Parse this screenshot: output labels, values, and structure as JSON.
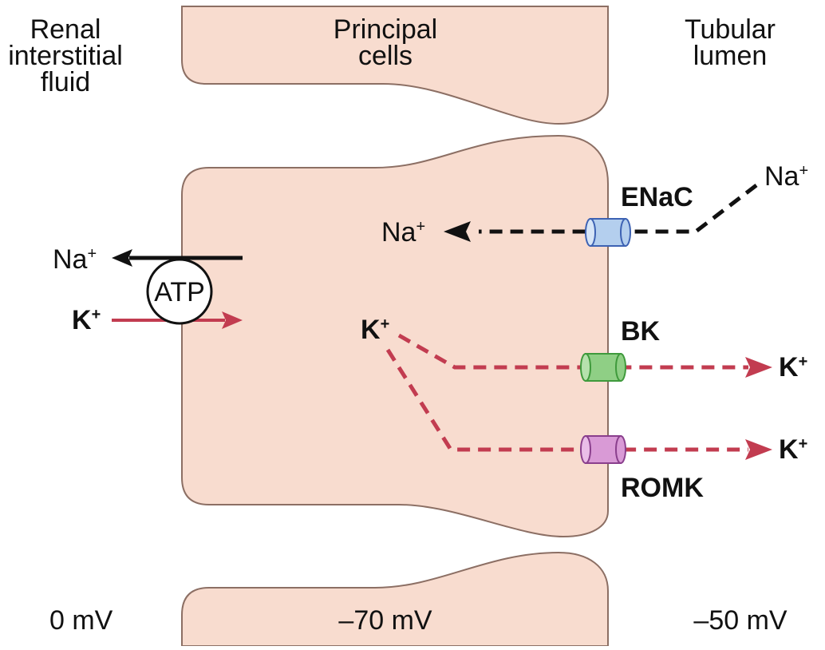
{
  "regions": {
    "interstitial": "Renal\ninterstitial\nfluid",
    "cells": "Principal\ncells",
    "lumen": "Tubular\nlumen"
  },
  "potentials": {
    "interstitial": "0 mV",
    "cell": "–70 mV",
    "lumen": "–50 mV"
  },
  "pump": {
    "label": "ATP",
    "na_ion": "Na",
    "na_charge": "+",
    "k_ion": "K",
    "k_charge": "+"
  },
  "channels": {
    "enac": {
      "label": "ENaC",
      "color": "#b4cfee",
      "stroke": "#3d62b3",
      "ion_out": "Na",
      "ion_out_charge": "+",
      "ion_in": "Na",
      "ion_in_charge": "+"
    },
    "bk": {
      "label": "BK",
      "color": "#8fcf85",
      "stroke": "#3f9a3c",
      "ion_out": "K",
      "ion_out_charge": "+"
    },
    "romk": {
      "label": "ROMK",
      "color": "#d99ad6",
      "stroke": "#8a3f8d",
      "ion_out": "K",
      "ion_out_charge": "+"
    }
  },
  "cell_k": {
    "ion": "K",
    "charge": "+"
  },
  "colors": {
    "cell_fill": "#f8dccf",
    "cell_stroke": "#8c6f64",
    "k_arrow": "#c23c50",
    "na_arrow": "#111111"
  }
}
